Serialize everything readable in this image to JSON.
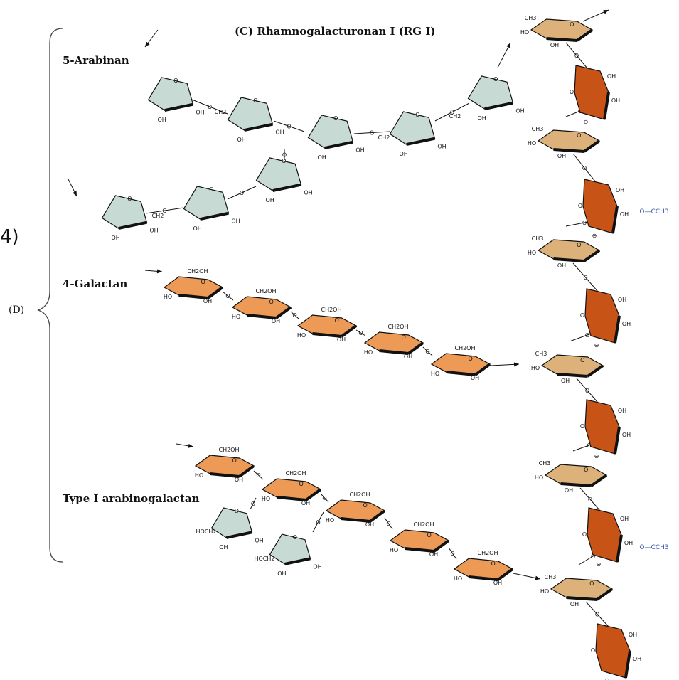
{
  "labels": {
    "panel_c": "(C)  Rhamnogalacturonan I (RG I)",
    "arabinan": "5-Arabinan",
    "galactan": "4-Galactan",
    "arabinogalactan": "Type I arabinogalactan",
    "panel_d": "(D)",
    "edge_fragment": "4)"
  },
  "ring_text": {
    "oh": "OH",
    "ho": "HO",
    "o": "O",
    "ch2": "CH2",
    "ch2oh": "CH2OH",
    "hoch2": "HOCH2",
    "ch3": "CH3",
    "acetyl": "O—CCH3",
    "minus": "⊖"
  },
  "colors": {
    "arabinose": "#c8dad4",
    "galactose": "#ec9a55",
    "rhamnose": "#dcb27a",
    "galacturonic": "#c75416",
    "acetyl": "#3b57a8",
    "ink": "#111111"
  }
}
